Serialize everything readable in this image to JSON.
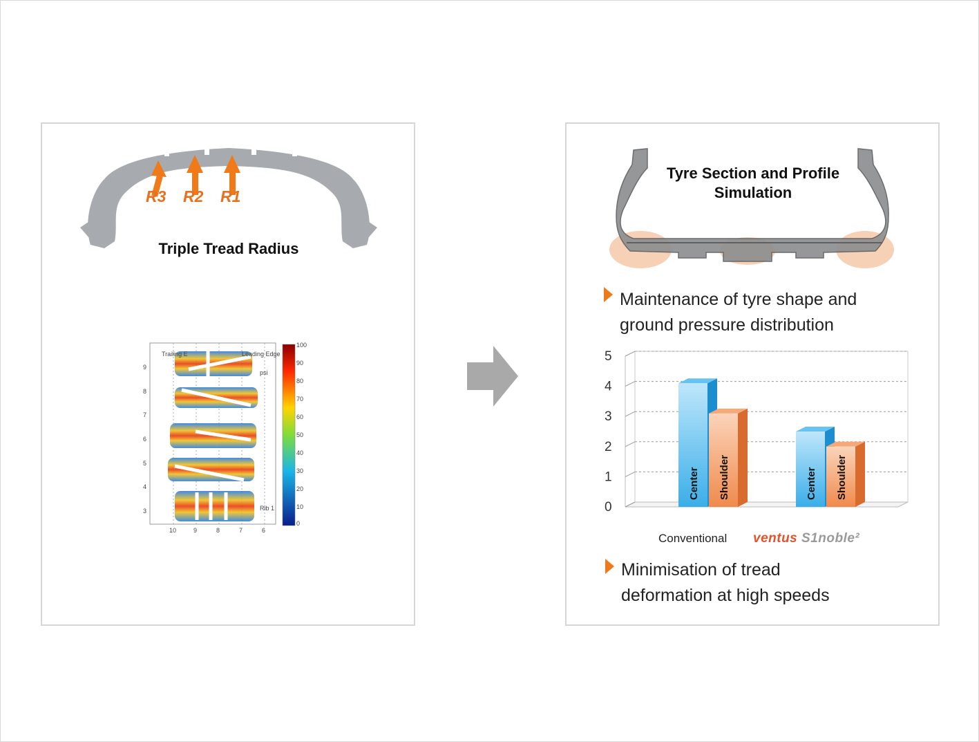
{
  "left_panel": {
    "radius_labels": [
      "R3",
      "R2",
      "R1"
    ],
    "title": "Triple Tread Radius",
    "heatmap": {
      "left_label": "Trailing E",
      "right_label": "Leading Edge",
      "unit": "psi",
      "rib_label": "Rib 1",
      "y_ticks": [
        "9",
        "8",
        "7",
        "6",
        "5",
        "4",
        "3"
      ],
      "x_ticks": [
        "10",
        "9",
        "8",
        "7",
        "6"
      ],
      "scale_ticks": [
        "100",
        "90",
        "80",
        "70",
        "60",
        "50",
        "40",
        "30",
        "20",
        "10",
        "0"
      ]
    }
  },
  "right_panel": {
    "title_line1": "Tyre Section and Profile",
    "title_line2": "Simulation",
    "bullet1_line1": "Maintenance of tyre shape and",
    "bullet1_line2": "ground pressure distribution",
    "bullet2_line1": "Minimisation of tread",
    "bullet2_line2": "deformation at high speeds",
    "brand_part1": "ventus ",
    "brand_part2": "S1noble²"
  },
  "colors": {
    "accent_orange": "#ef7a1a",
    "tyre_gray": "#a7abaf",
    "bar_blue": "#3aaee8",
    "bar_orange": "#f08a4c"
  },
  "chart_data": {
    "type": "bar",
    "categories": [
      "Conventional",
      "ventus S1noble²"
    ],
    "series": [
      {
        "name": "Center",
        "values": [
          4.1,
          2.5
        ]
      },
      {
        "name": "Shoulder",
        "values": [
          3.1,
          2.0
        ]
      }
    ],
    "ylim": [
      0,
      5
    ],
    "y_ticks": [
      "0",
      "1",
      "2",
      "3",
      "4",
      "5"
    ],
    "grid": true
  }
}
